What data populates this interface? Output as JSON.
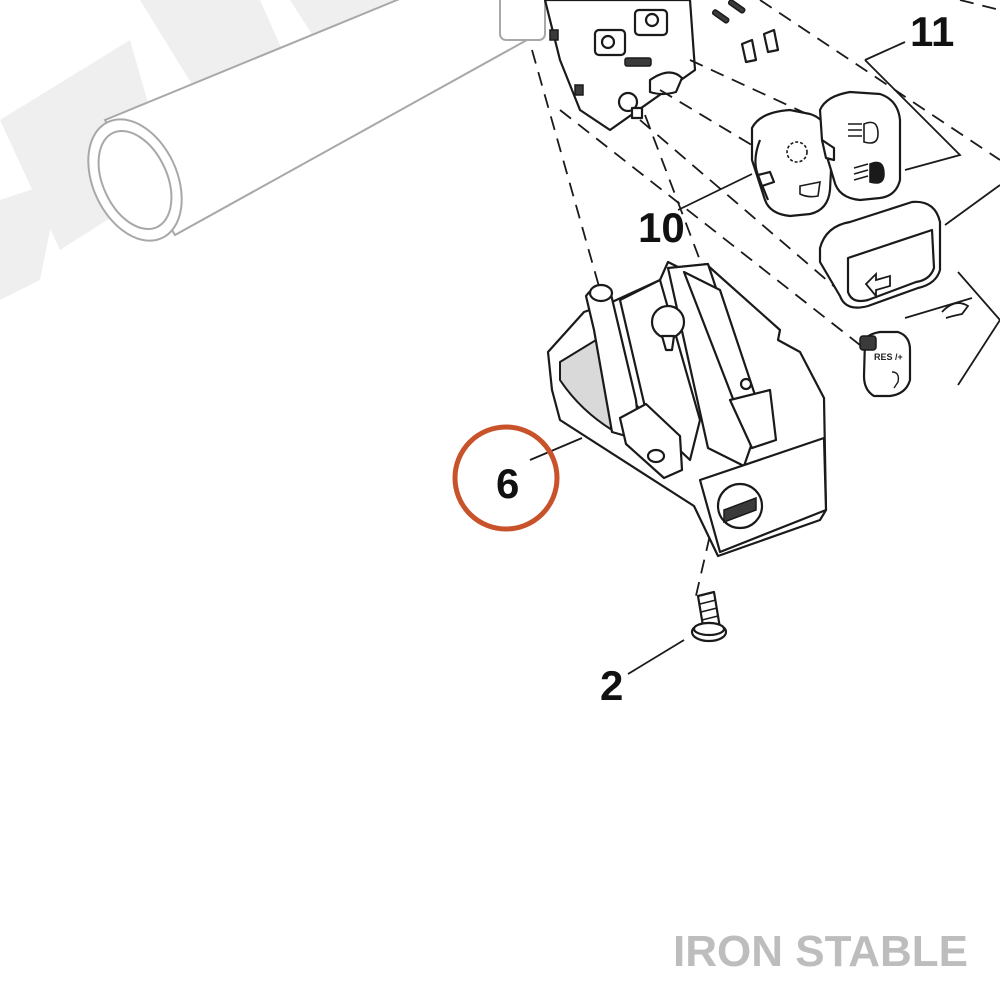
{
  "callouts": {
    "part_11": "11",
    "part_10": "10",
    "part_6": "6",
    "part_2": "2"
  },
  "highlight": {
    "part": "6",
    "color": "#c8532b"
  },
  "watermark": {
    "text": "IRON STABLE",
    "color": "#bdbdbd"
  },
  "button_labels": {
    "resume": "RES /+"
  },
  "icons": [
    "headlamp-high-icon",
    "headlamp-low-icon",
    "hazard-icon",
    "horn-icon",
    "turn-signal-left-icon"
  ]
}
